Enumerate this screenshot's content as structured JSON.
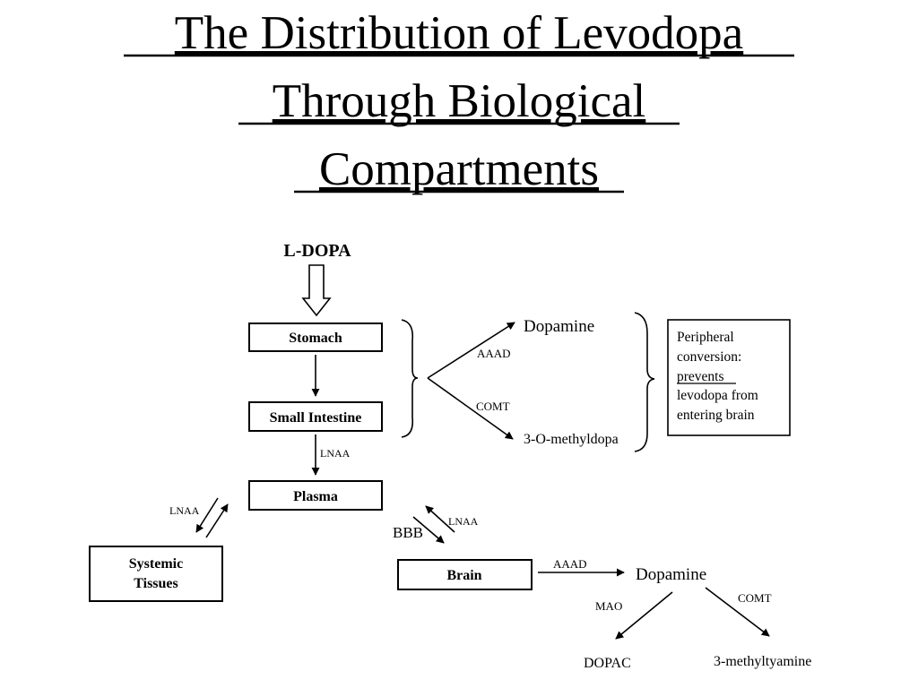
{
  "title": {
    "line1": "The Distribution of Levodopa",
    "line2": "Through Biological",
    "line3": "Compartments"
  },
  "nodes": {
    "ldopa": "L-DOPA",
    "stomach": "Stomach",
    "small_intestine": "Small Intestine",
    "plasma": "Plasma",
    "systemic_line1": "Systemic",
    "systemic_line2": "Tissues",
    "brain": "Brain",
    "dopamine_peripheral": "Dopamine",
    "omd": "3-O-methyldopa",
    "dopamine_brain": "Dopamine",
    "dopac": "DOPAC",
    "methyltyramine": "3-methyltyamine"
  },
  "note": {
    "line1": "Peripheral",
    "line2": "conversion:",
    "line3": "prevents",
    "line4": "levodopa from",
    "line5": "entering brain"
  },
  "labels": {
    "lnaa_intestine": "LNAA",
    "lnaa_systemic": "LNAA",
    "lnaa_brain": "LNAA",
    "bbb": "BBB",
    "aaad_peripheral": "AAAD",
    "comt_peripheral": "COMT",
    "aaad_brain": "AAAD",
    "mao": "MAO",
    "comt_brain": "COMT"
  }
}
